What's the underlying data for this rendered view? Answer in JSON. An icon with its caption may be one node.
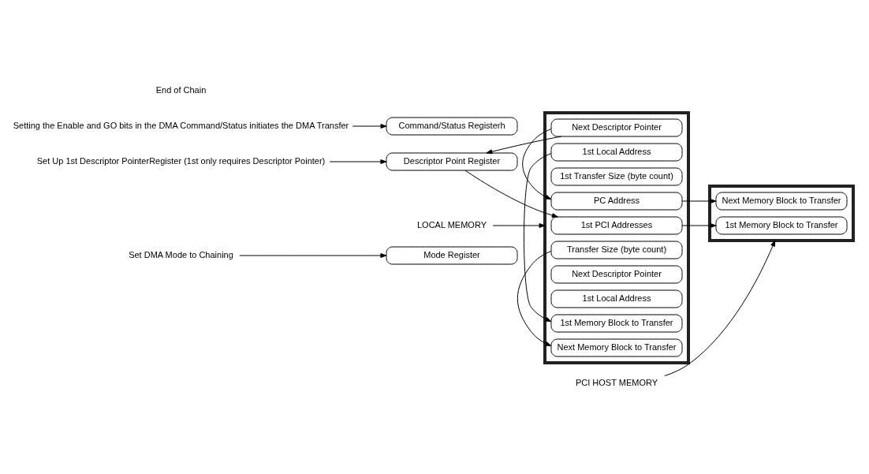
{
  "diagram": {
    "nodes": [
      {
        "text": [
          "Set DMA Mode to Chaining"
        ]
      },
      {
        "text": [
          "Mode Register"
        ]
      },
      {
        "text": [
          "Set Up 1st Descriptor PointerRegister (1st only requires Descriptor Pointer)"
        ]
      },
      {
        "text": [
          "Descriptor Point Register"
        ]
      },
      {
        "text": [
          "Setting the Enable and GO bits in the DMA Command/Status initiates the DMA Transfer"
        ]
      },
      {
        "text": [
          "Command/Status Registerh"
        ]
      },
      {
        "text": [
          "LOCAL MEMORY"
        ]
      },
      {
        "text": [],
        "shape": "bar"
      },
      {
        "text": [
          "1st PCI Addresses"
        ],
        "in": 7
      },
      {
        "text": [
          "1st Local Address"
        ],
        "in": 7
      },
      {
        "text": [
          "1st Transfer Size (byte count)"
        ],
        "in": 7
      },
      {
        "text": [
          "Next Descriptor Pointer"
        ],
        "in": 7
      },
      {
        "text": [
          "PC Address"
        ],
        "in": 7
      },
      {
        "text": [
          "Transfer Size (byte count)"
        ],
        "in": 7
      },
      {
        "text": [
          "Next Descriptor Pointer"
        ],
        "in": 7
      },
      {
        "text": [
          "1st Local Address"
        ],
        "in": 7
      },
      {
        "text": [
          "1st Memory Block to Transfer"
        ],
        "in": 7
      },
      {
        "text": [
          "Next Memory Block to Transfer"
        ],
        "in": 7
      },
      {
        "text": [
          "PCI HOST MEMORY"
        ]
      },
      {
        "text": [],
        "shape": "bar"
      },
      {
        "text": [
          "1st Memory Block to Transfer"
        ],
        "in": 19
      },
      {
        "text": [
          "Next Memory Block to Transfer"
        ],
        "in": 19
      }
    ],
    "edges": [
      {
        "from": 0,
        "to": 1,
        "arrow": "to"
      },
      {
        "from": 2,
        "to": 3,
        "arrow": "to"
      },
      {
        "from": 4,
        "to": 5,
        "arrow": "to"
      },
      {
        "from": 6,
        "to": 7,
        "arrow": "to"
      },
      {
        "from": 3,
        "to": 8,
        "arrow": "to"
      },
      {
        "from": 11,
        "to": 3,
        "arrow": "to"
      },
      {
        "from": 18,
        "to": 19,
        "arrow": "to"
      },
      {
        "from": 8,
        "to": 20,
        "arrow": "to"
      },
      {
        "from": 9,
        "to": 16,
        "arrow": "to"
      },
      {
        "from": 11,
        "to": 12,
        "arrow": "to"
      },
      {
        "from": 12,
        "to": 21,
        "arrow": "to"
      },
      {
        "from": 13,
        "to": 17,
        "arrow": "to"
      }
    ],
    "labels": [
      "End of Chain"
    ]
  }
}
